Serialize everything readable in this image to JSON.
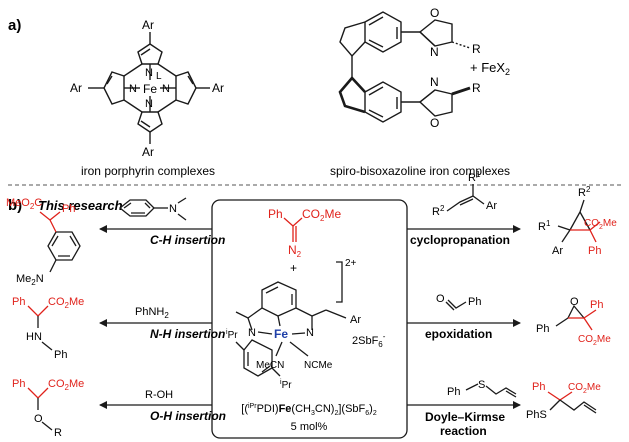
{
  "colors": {
    "ink": "#1a1a1a",
    "accent_red": "#e0221b",
    "iron_blue": "#1f3fa8"
  },
  "panel_a": {
    "letter": "a)",
    "porphyrin": {
      "caption": "iron porphyrin complexes",
      "metal": "Fe",
      "ligand": "L",
      "nitrogen": "N",
      "aryl": "Ar"
    },
    "spiro": {
      "caption": "spiro-bisoxazoline iron complexes",
      "oxygen": "O",
      "nitrogen": "N",
      "substituent": "R",
      "salt": "+ FeX",
      "salt_sub": "2"
    }
  },
  "panel_b": {
    "letter": "b)",
    "title": "This research",
    "center": {
      "diazo_ph": "Ph",
      "diazo_ester": "CO",
      "diazo_ester_sub": "2",
      "diazo_ester_tail": "Me",
      "diazo_n": "N",
      "diazo_n_sub": "2",
      "plus": "+",
      "charge": "2+",
      "anion": "2SbF",
      "anion_sub": "6",
      "anion_sup": "-",
      "fe": "Fe",
      "n_left": "N",
      "n_right": "N",
      "ar": "Ar",
      "mecn": "MeCN",
      "ncme": "NCMe",
      "ipr_top": "Pr",
      "ipr_bottom": "Pr",
      "ipr_i": "i",
      "formula_a": "[(",
      "formula_sup": "iPr",
      "formula_b": "PDI)",
      "formula_fe": "Fe",
      "formula_c": "(CH",
      "formula_sub1": "3",
      "formula_d": "CN)",
      "formula_sub2": "2",
      "formula_e": "](SbF",
      "formula_sub3": "6",
      "formula_f": ")",
      "formula_sub4": "2",
      "loading": "5 mol%"
    },
    "reactions": {
      "ch": {
        "label": "C-H insertion",
        "reagent_n": "N"
      },
      "nh": {
        "label": "N-H insertion",
        "reagent": "PhNH",
        "reagent_sub": "2"
      },
      "oh": {
        "label": "O-H insertion",
        "reagent": "R-OH"
      },
      "cyclo": {
        "label": "cyclopropanation",
        "r1": "R",
        "r1_sup": "1",
        "r2": "R",
        "r2_sup": "2",
        "ar": "Ar"
      },
      "epox": {
        "label": "epoxidation",
        "o": "O",
        "ph": "Ph"
      },
      "dk": {
        "label1": "Doyle–Kirmse",
        "label2": "reaction",
        "ph": "Ph",
        "s": "S"
      }
    },
    "products": {
      "ch": {
        "ester": "MeO",
        "ester_sub": "2",
        "ester_tail": "C",
        "ph": "Ph",
        "amine": "Me",
        "amine_sub": "2",
        "amine_tail": "N"
      },
      "nh": {
        "ph": "Ph",
        "ester": "CO",
        "ester_sub": "2",
        "ester_tail": "Me",
        "hn": "HN",
        "nph": "Ph"
      },
      "oh": {
        "ph": "Ph",
        "ester": "CO",
        "ester_sub": "2",
        "ester_tail": "Me",
        "o": "O",
        "r": "R"
      },
      "cyclo": {
        "r2": "R",
        "r2_sup": "2",
        "r1": "R",
        "r1_sup": "1",
        "ester": "CO",
        "ester_sub": "2",
        "ester_tail": "Me",
        "ar": "Ar",
        "ph": "Ph"
      },
      "epox": {
        "o": "O",
        "ph": "Ph",
        "ph2": "Ph",
        "ester": "CO",
        "ester_sub": "2",
        "ester_tail": "Me"
      },
      "dk": {
        "ph": "Ph",
        "ester": "CO",
        "ester_sub": "2",
        "ester_tail": "Me",
        "phs": "PhS"
      }
    }
  }
}
